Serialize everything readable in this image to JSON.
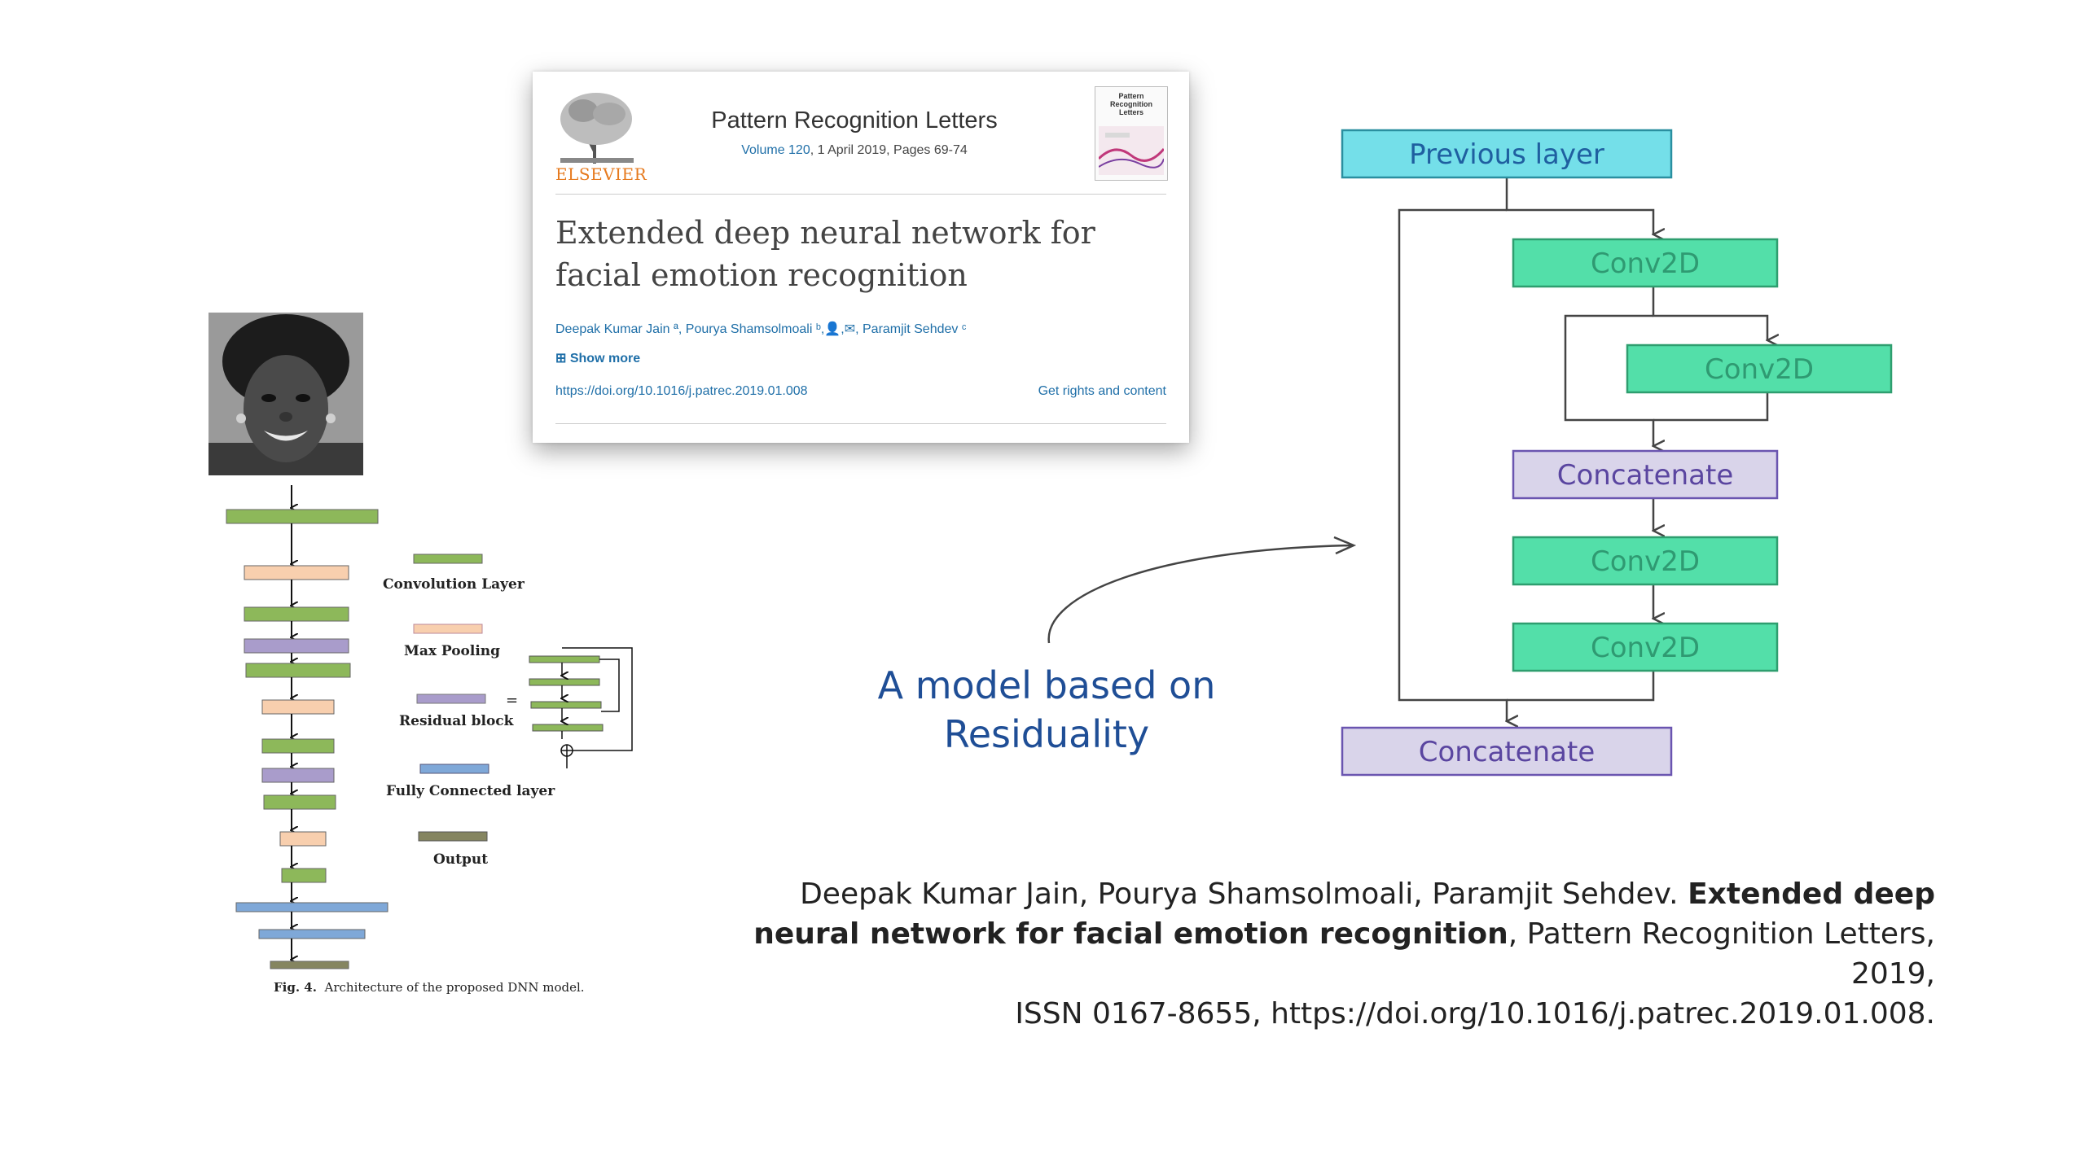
{
  "paper_card": {
    "publisher": "ELSEVIER",
    "journal": "Pattern Recognition Letters",
    "volume_link": "Volume 120",
    "volume_rest": ", 1 April 2019, Pages 69-74",
    "cover_title": "Pattern Recognition Letters",
    "title": "Extended deep neural network for facial emotion recognition",
    "authors": "Deepak Kumar Jain ª, Pourya Shamsolmoali ᵇ,👤,✉, Paramjit Sehdev ᶜ",
    "show_more": "⊞ Show more",
    "doi": "https://doi.org/10.1016/j.patrec.2019.01.008",
    "rights": "Get rights and content"
  },
  "architecture_figure": {
    "legend": [
      "Convolution Layer",
      "Max Pooling",
      "Residual block",
      "Fully Connected layer",
      "Output"
    ],
    "equals_sign": "=",
    "caption_bold": "Fig. 4.",
    "caption_text": "Architecture of the proposed DNN model.",
    "colors": {
      "convolution": "#8db85a",
      "max_pooling": "#f8cfae",
      "residual": "#a99ccb",
      "fully_connected": "#7fa8d8",
      "output": "#858560"
    }
  },
  "residual_diagram": {
    "nodes": {
      "previous_layer": "Previous layer",
      "conv_a": "Conv2D",
      "conv_b": "Conv2D",
      "concat_inner": "Concatenate",
      "conv_c": "Conv2D",
      "conv_d": "Conv2D",
      "concat_outer": "Concatenate"
    },
    "colors": {
      "input_fill": "#74dfe9",
      "input_text": "#1f5fa0",
      "conv_fill": "#53dfa9",
      "conv_text": "#2f9a72",
      "concat_fill": "#d9d4ea",
      "concat_text": "#5a45a0"
    }
  },
  "annotation": {
    "line1": "A model based on",
    "line2": "Residuality"
  },
  "citation": {
    "authors": "Deepak Kumar Jain, Pourya Shamsolmoali, Paramjit Sehdev.",
    "title": "Extended deep neural network for facial emotion recognition",
    "rest1": ", Pattern Recognition Letters, 2019,",
    "rest2": "ISSN 0167-8655, https://doi.org/10.1016/j.patrec.2019.01.008."
  }
}
